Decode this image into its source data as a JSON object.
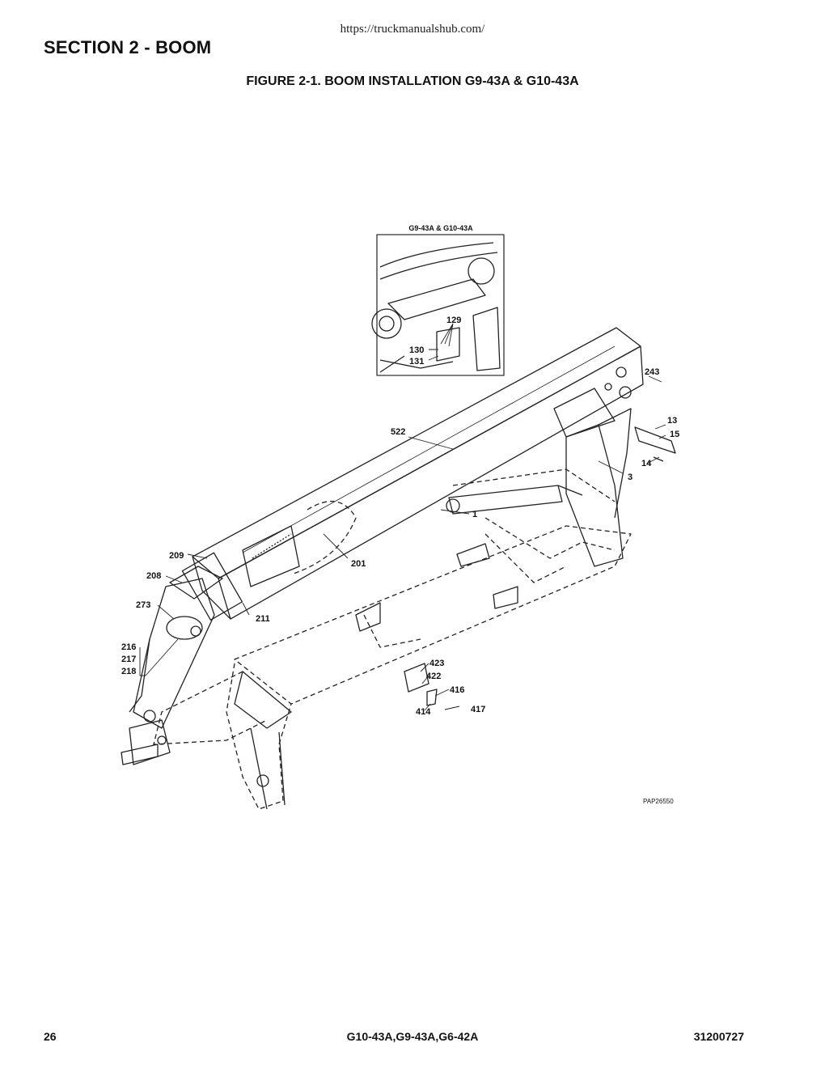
{
  "header": {
    "url": "https://truckmanualshub.com/",
    "section_title": "SECTION 2 - BOOM",
    "figure_title": "FIGURE 2-1. BOOM INSTALLATION G9-43A & G10-43A"
  },
  "figure": {
    "inset_title": "G9-43A & G10-43A",
    "drawing_id": "PAP26550",
    "callouts": {
      "c129": "129",
      "c130": "130",
      "c131": "131",
      "c243": "243",
      "c13": "13",
      "c15": "15",
      "c14": "14",
      "c3": "3",
      "c522": "522",
      "c1": "1",
      "c201": "201",
      "c209": "209",
      "c208": "208",
      "c273": "273",
      "c211": "211",
      "c216": "216",
      "c217": "217",
      "c218": "218",
      "c423": "423",
      "c422": "422",
      "c416": "416",
      "c414": "414",
      "c417": "417"
    }
  },
  "footer": {
    "page_number": "26",
    "models": "G10-43A,G9-43A,G6-42A",
    "doc_number": "31200727"
  }
}
